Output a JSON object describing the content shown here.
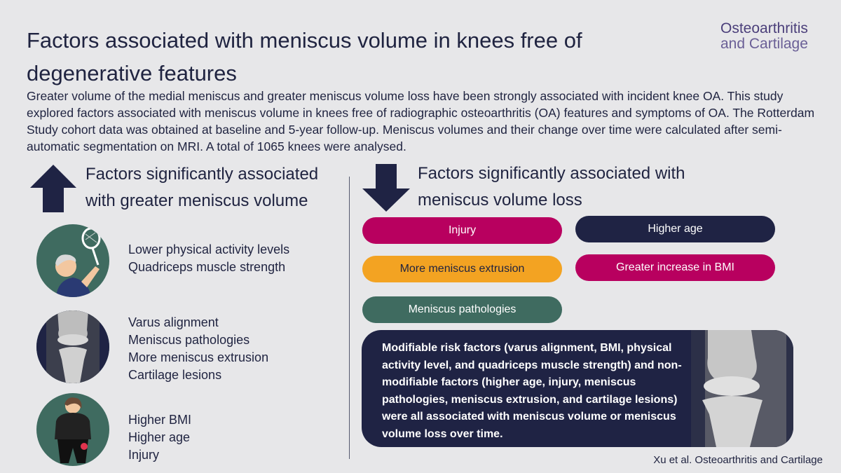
{
  "title": "Factors associated with meniscus volume in knees free of degenerative features",
  "logo": {
    "line1": "Osteoarthritis",
    "line2": "and Cartilage"
  },
  "intro": "Greater volume of the medial meniscus and greater meniscus volume loss have been strongly associated with incident knee OA. This study explored factors associated with meniscus volume in knees free of radiographic osteoarthritis (OA) features and symptoms of OA. The Rotterdam Study cohort data was obtained at baseline and 5-year follow-up. Meniscus volumes and their change over time were calculated after semi-automatic segmentation on MRI. A total of 1065 knees were analysed.",
  "left": {
    "heading": "Factors significantly associated with greater meniscus volume",
    "groups": [
      {
        "icon": "tennis-player-icon",
        "items": [
          "Lower physical activity levels",
          "Quadriceps muscle strength"
        ]
      },
      {
        "icon": "knee-xray-icon",
        "items": [
          "Varus alignment",
          "Meniscus pathologies",
          "More meniscus extrusion",
          "Cartilage lesions"
        ]
      },
      {
        "icon": "overweight-person-icon",
        "items": [
          "Higher BMI",
          "Higher age",
          "Injury"
        ]
      }
    ]
  },
  "right": {
    "heading": "Factors significantly associated with meniscus volume loss",
    "pills": [
      {
        "label": "Injury",
        "color": "#b8005f"
      },
      {
        "label": "Higher age",
        "color": "#1f2344"
      },
      {
        "label": "More meniscus extrusion",
        "color": "#f3a322"
      },
      {
        "label": "Greater increase in BMI",
        "color": "#b8005f"
      },
      {
        "label": "Meniscus pathologies",
        "color": "#3f6b60"
      }
    ],
    "summary": "Modifiable risk factors (varus alignment, BMI, physical activity level, and quadriceps muscle strength) and non-modifiable factors (higher age, injury, meniscus pathologies, meniscus extrusion, and cartilage lesions) were all associated with meniscus volume or meniscus volume loss over time."
  },
  "citation": "Xu et al. Osteoarthritis and Cartilage",
  "colors": {
    "navy": "#1f2344",
    "magenta": "#b8005f",
    "orange": "#f3a322",
    "teal": "#3f6b60",
    "background": "#e7e7e9"
  }
}
